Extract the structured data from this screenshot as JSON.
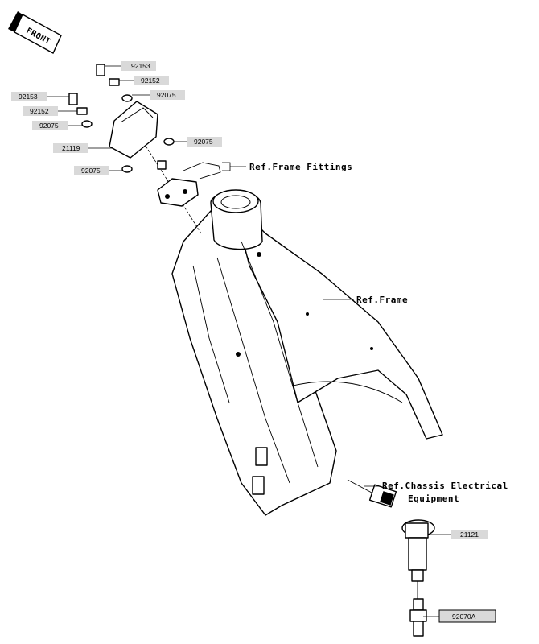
{
  "badge": {
    "front_label": "FRONT"
  },
  "parts": [
    {
      "id": "92153a",
      "number": "92153"
    },
    {
      "id": "92152a",
      "number": "92152"
    },
    {
      "id": "92075a",
      "number": "92075"
    },
    {
      "id": "92153b",
      "number": "92153"
    },
    {
      "id": "92152b",
      "number": "92152"
    },
    {
      "id": "92075b",
      "number": "92075"
    },
    {
      "id": "92075c",
      "number": "92075"
    },
    {
      "id": "21119",
      "number": "21119"
    },
    {
      "id": "92075d",
      "number": "92075"
    },
    {
      "id": "21121",
      "number": "21121"
    },
    {
      "id": "92070A",
      "number": "92070A"
    }
  ],
  "refs": {
    "frame_fittings": "Ref.Frame Fittings",
    "frame": "Ref.Frame",
    "chassis_line1": "Ref.Chassis Electrical",
    "chassis_line2": "Equipment"
  }
}
